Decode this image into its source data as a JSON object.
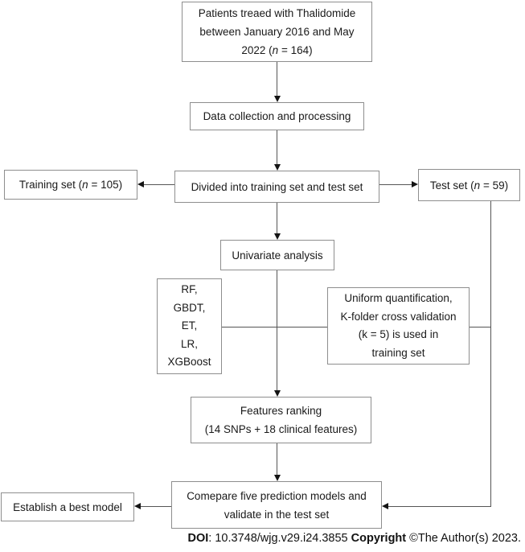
{
  "colors": {
    "background": "#ffffff",
    "box_border": "#8e8e8e",
    "line": "#555555",
    "arrow_head": "#141414",
    "text": "#1a1a1a"
  },
  "nodes": {
    "patients": {
      "l1": "Patients treaed with Thalidomide",
      "l2": "between January 2016 and May",
      "l3a": "2022 (",
      "l3n": "n",
      "l3b": " = 164)"
    },
    "collection": {
      "label": "Data collection and processing"
    },
    "divided": {
      "label": "Divided into training set and test set"
    },
    "training": {
      "a": "Training set (",
      "n": "n",
      "b": " = 105)"
    },
    "test": {
      "a": "Test set (",
      "n": "n",
      "b": " = 59)"
    },
    "univariate": {
      "label": "Univariate analysis"
    },
    "models": {
      "l1": "RF,",
      "l2": "GBDT,",
      "l3": "ET,",
      "l4": "LR,",
      "l5": "XGBoost"
    },
    "uniform": {
      "l1": "Uniform quantification,",
      "l2": "K-folder cross validation",
      "l3": "(k = 5) is used in",
      "l4": "training set"
    },
    "features": {
      "l1": "Features ranking",
      "l2": "(14 SNPs + 18 clinical features)"
    },
    "compare": {
      "l1": "Comepare five prediction models and",
      "l2": "validate in the test set"
    },
    "establish": {
      "label": "Establish a best model"
    }
  },
  "footer": {
    "doi_label": "DOI",
    "doi_text": ": 10.3748/wjg.v29.i24.3855 ",
    "copyright_label": "Copyright",
    "copyright_text": " ©The Author(s) 2023."
  }
}
